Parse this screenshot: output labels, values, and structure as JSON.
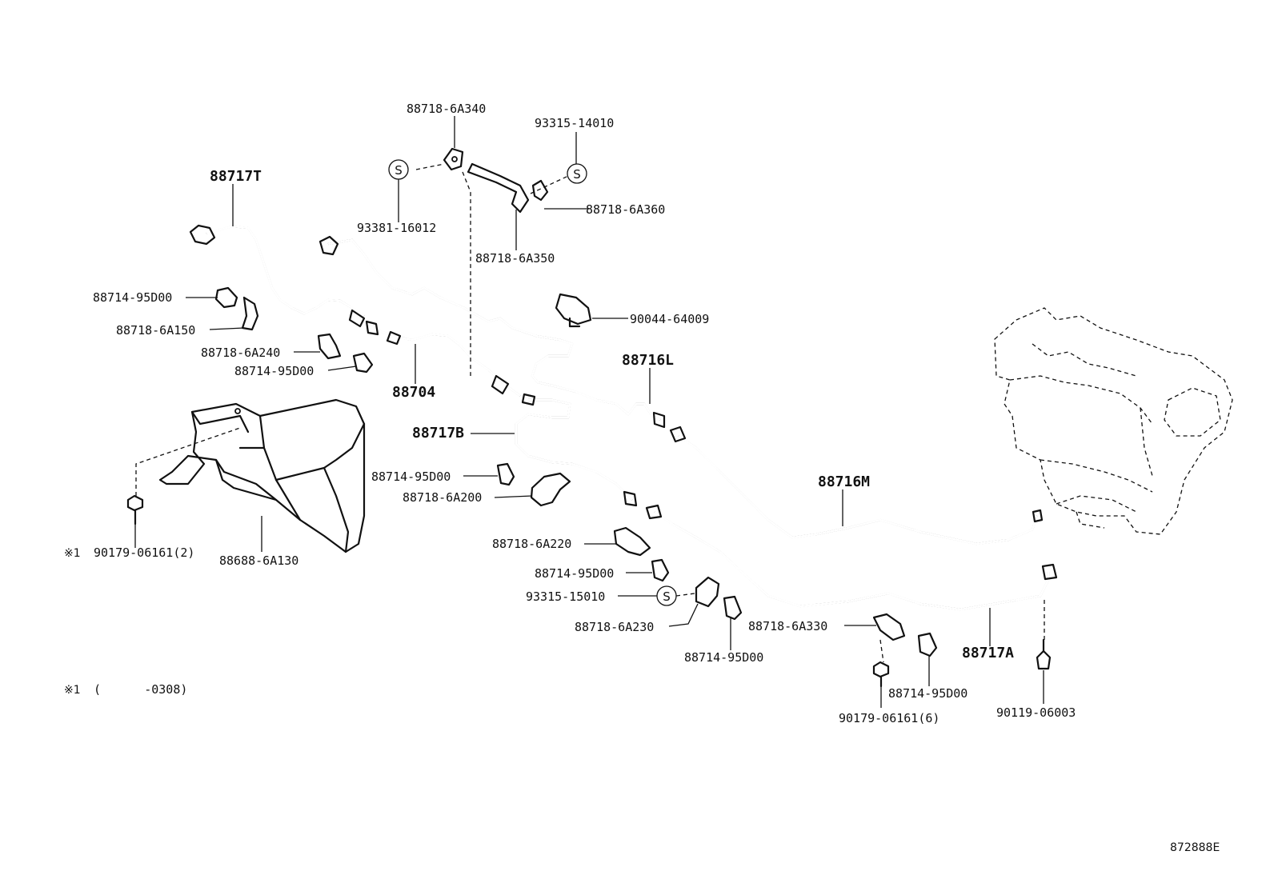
{
  "labels": {
    "p88718_6A340": "88718-6A340",
    "p93315_14010": "93315-14010",
    "p88717T": "88717T",
    "p93381_16012": "93381-16012",
    "p88718_6A360": "88718-6A360",
    "p88718_6A350": "88718-6A350",
    "p88714_95D00_a": "88714-95D00",
    "p88718_6A150": "88718-6A150",
    "p90044_64009": "90044-64009",
    "p88718_6A240": "88718-6A240",
    "p88714_95D00_b": "88714-95D00",
    "p88716L": "88716L",
    "p88704": "88704",
    "p88717B": "88717B",
    "p88714_95D00_c": "88714-95D00",
    "p88718_6A200": "88718-6A200",
    "p88716M": "88716M",
    "p88718_6A220": "88718-6A220",
    "p90179_06161_2": "90179-06161(2)",
    "p88688_6A130": "88688-6A130",
    "p88714_95D00_d": "88714-95D00",
    "p93315_15010": "93315-15010",
    "p88718_6A230": "88718-6A230",
    "p88718_6A330": "88718-6A330",
    "p88717A": "88717A",
    "p88714_95D00_e": "88714-95D00",
    "p88714_95D00_f": "88714-95D00",
    "p90179_06161_6": "90179-06161(6)",
    "p90119_06003": "90119-06003"
  },
  "notes": {
    "mark": "※1",
    "footnote_range": "(      -0308)",
    "s_symbol": "S"
  },
  "figure_id": "872888E"
}
